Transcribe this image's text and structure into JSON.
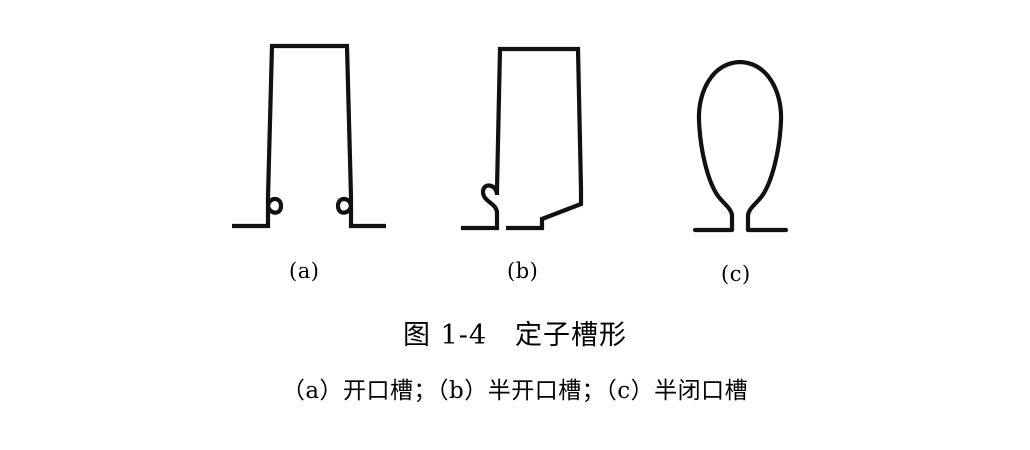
{
  "figure": {
    "title": "图 1-4　定子槽形",
    "subcaption": "（a）开口槽；（b）半开口槽；（c）半闭口槽",
    "background_color": "#ffffff",
    "line_color": "#111111"
  },
  "parts": [
    {
      "id": "a",
      "label": "(a)",
      "name": "open-slot",
      "name_cn": "开口槽"
    },
    {
      "id": "b",
      "label": "(b)",
      "name": "semi-open-slot",
      "name_cn": "半开口槽"
    },
    {
      "id": "c",
      "label": "(c)",
      "name": "semi-closed-slot",
      "name_cn": "半闭口槽"
    }
  ]
}
